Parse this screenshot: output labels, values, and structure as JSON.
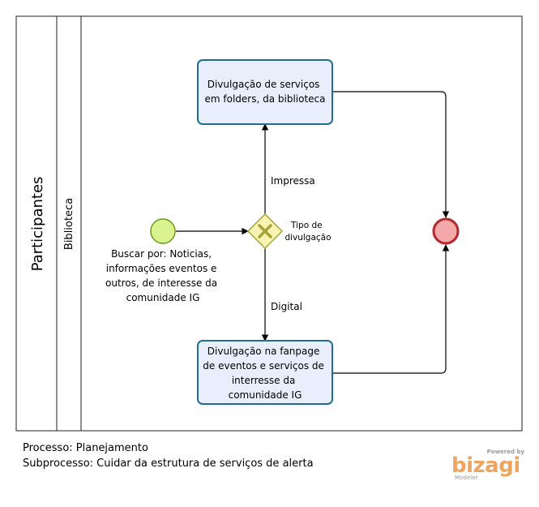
{
  "pool": {
    "label": "Participantes"
  },
  "lane": {
    "label": "Biblioteca"
  },
  "start_event": {
    "label_lines": [
      "Buscar por: Noticias,",
      "informações eventos e",
      "outros, de interesse da",
      "comunidade IG"
    ]
  },
  "gateway": {
    "label_lines": [
      "Tipo de",
      "divulgação"
    ]
  },
  "task_print": {
    "label_lines": [
      "Divulgação de serviços",
      "em folders, da biblioteca"
    ]
  },
  "task_digital": {
    "label_lines": [
      "Divulgação na fanpage",
      "de eventos e serviços de",
      "interresse da",
      "comunidade IG"
    ]
  },
  "flows": {
    "print_label": "Impressa",
    "digital_label": "Digital"
  },
  "footer": {
    "process": "Processo: Planejamento",
    "subprocess": "Subprocesso: Cuidar da estrutura de serviços de alerta"
  },
  "branding": {
    "powered_by": "Powered by",
    "name": "bizagi",
    "product": "Modeler"
  },
  "colors": {
    "task_fill": "#e8eefb",
    "task_stroke": "#1f6c94",
    "start_fill": "#d9f38f",
    "start_stroke": "#6a9a1a",
    "end_fill": "#f3a9a9",
    "end_stroke": "#b3282d",
    "gateway_fill": "#f6f3b3",
    "gateway_stroke": "#a8a33a",
    "brand": "#f0a45d"
  }
}
